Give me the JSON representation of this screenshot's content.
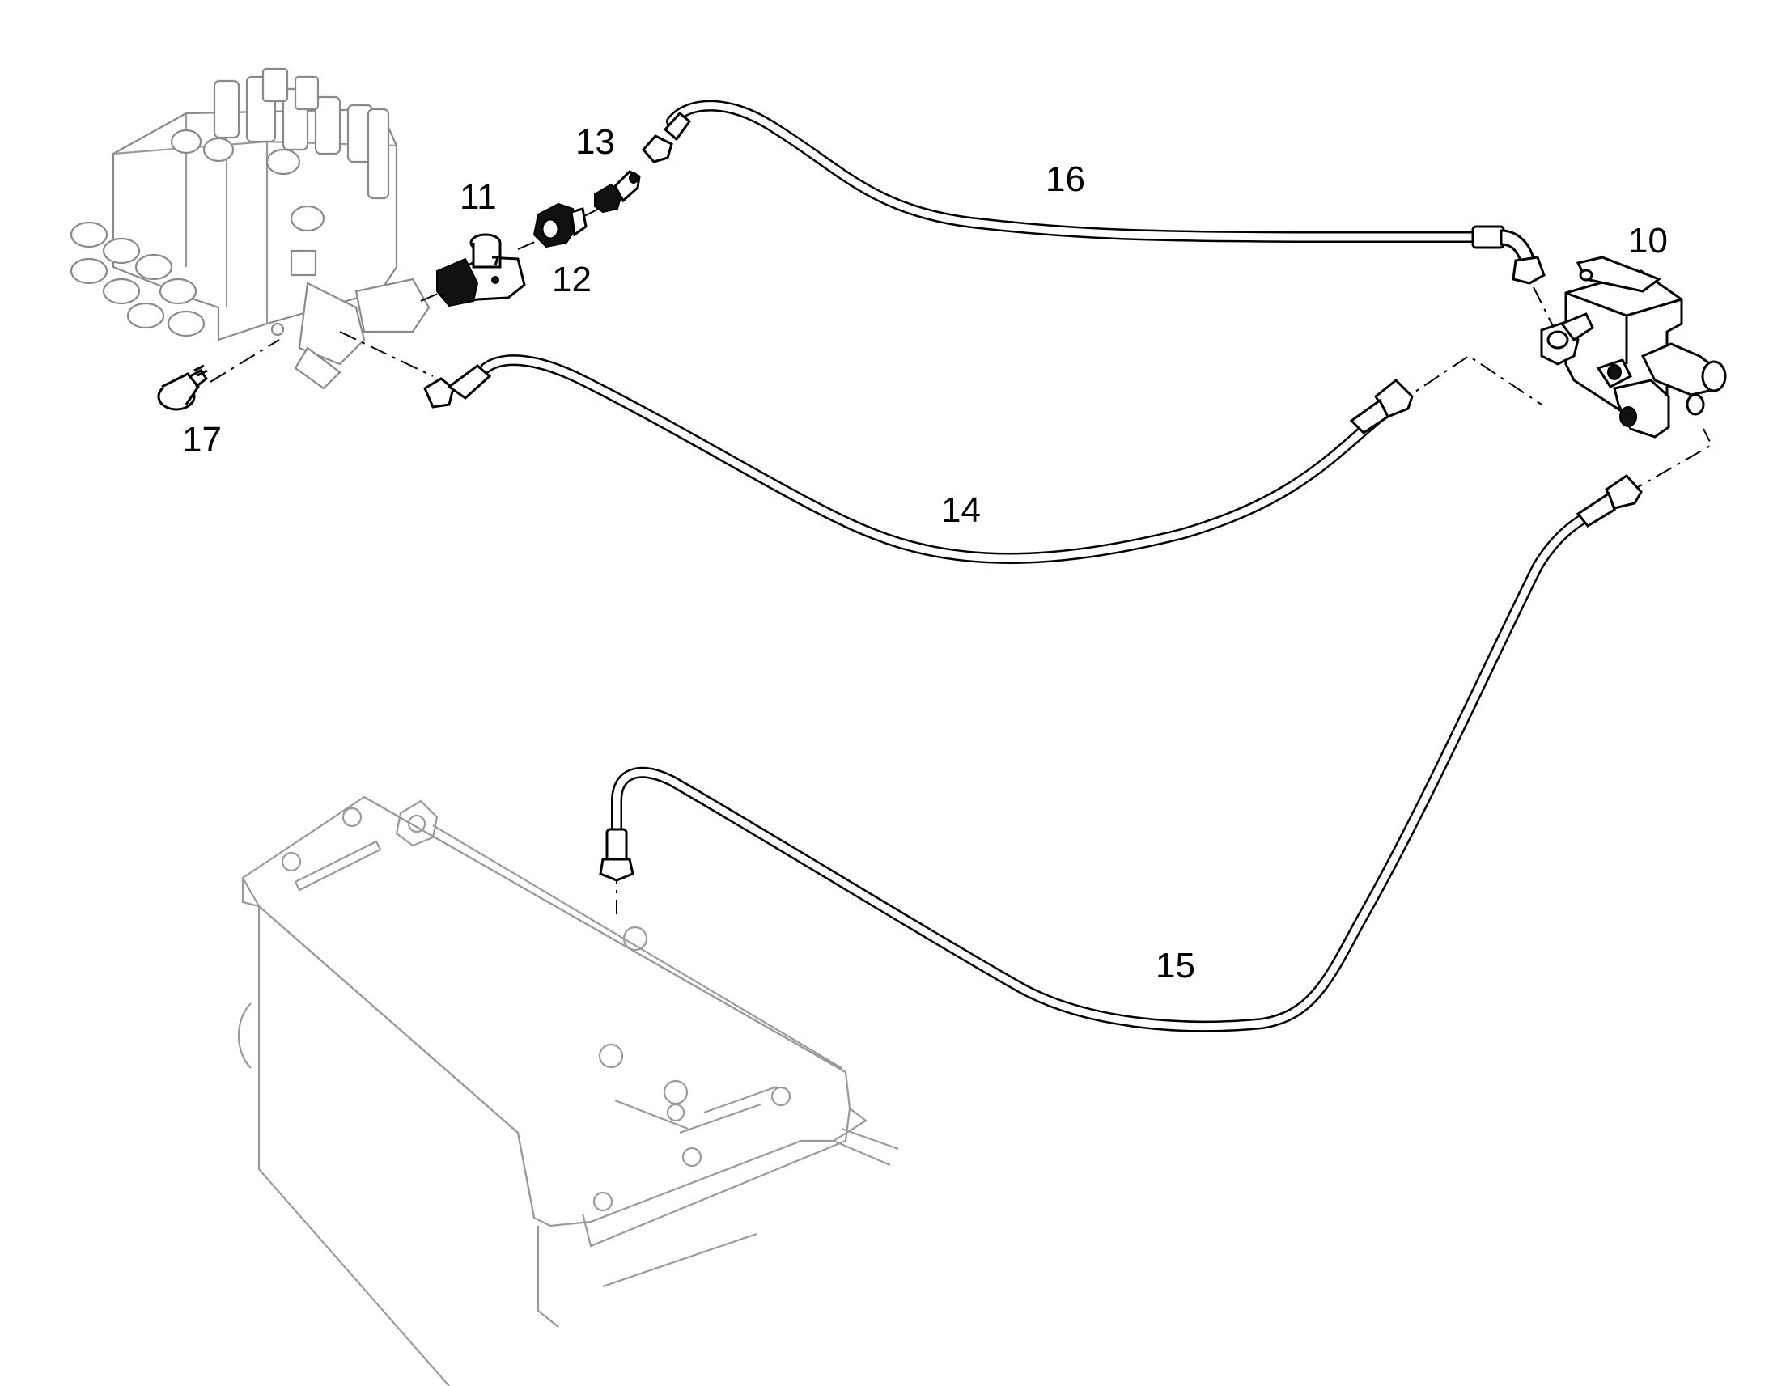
{
  "callouts": {
    "c10": "10",
    "c11": "11",
    "c12": "12",
    "c13": "13",
    "c14": "14",
    "c15": "15",
    "c16": "16",
    "c17": "17"
  },
  "colors": {
    "line": "#000000",
    "background_line": "#9a9a9a",
    "background": "#ffffff"
  }
}
